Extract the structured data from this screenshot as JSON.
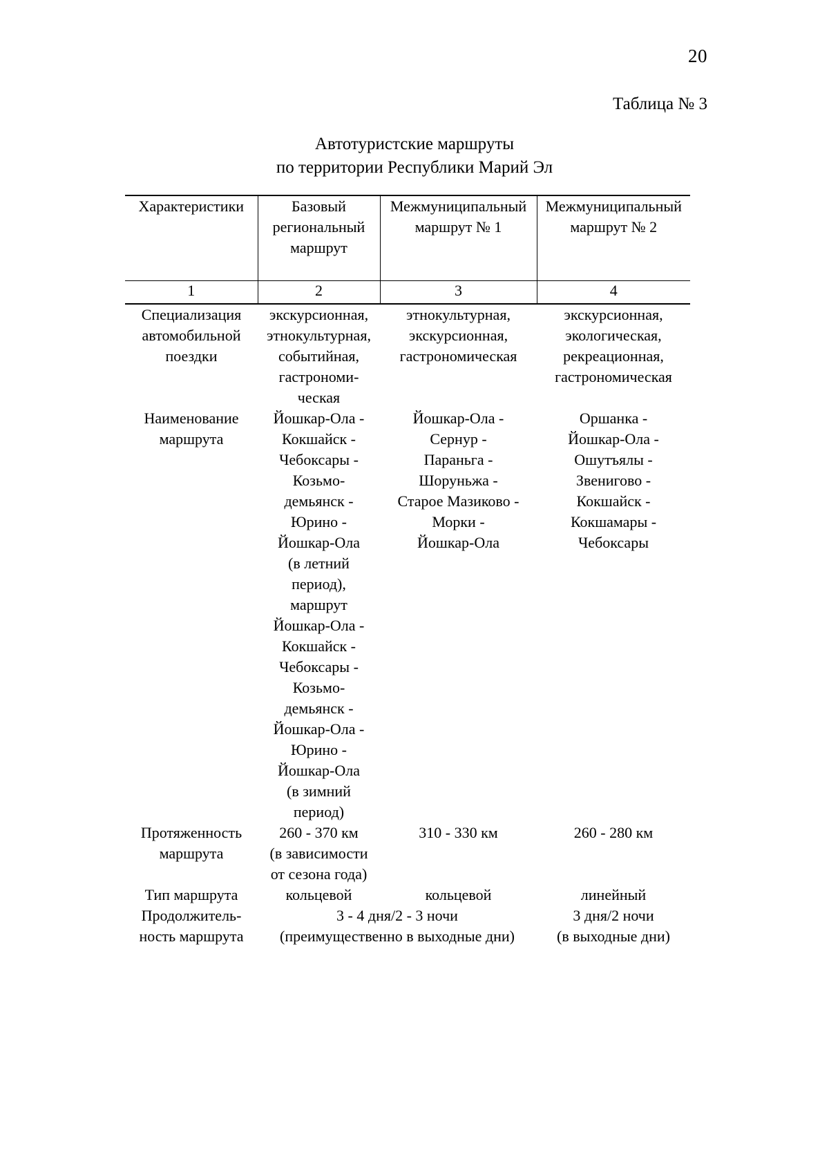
{
  "page": {
    "number": "20",
    "table_label": "Таблица № 3",
    "title_line_1": "Автотуристские маршруты",
    "title_line_2": "по территории Республики Марий Эл"
  },
  "table": {
    "headers": [
      "Характеристики",
      "Базовый региональный маршрут",
      "Межмуниципальный маршрут № 1",
      "Межмуниципальный маршрут № 2"
    ],
    "header_lines": {
      "col1": [
        "Характеристики"
      ],
      "col2": [
        "Базовый",
        "региональный",
        "маршрут"
      ],
      "col3": [
        "Межмуниципальный",
        "маршрут № 1"
      ],
      "col4": [
        "Межмуниципальный",
        "маршрут № 2"
      ]
    },
    "column_numbers": [
      "1",
      "2",
      "3",
      "4"
    ],
    "rows": [
      {
        "label_lines": [
          "Специализация",
          "автомобильной",
          "поездки"
        ],
        "col2_lines": [
          "экскурсионная,",
          "этнокультурная,",
          "событийная,",
          "гастрономи-",
          "ческая"
        ],
        "col3_lines": [
          "этнокультурная,",
          "экскурсионная,",
          "гастрономическая"
        ],
        "col4_lines": [
          "экскурсионная,",
          "экологическая,",
          "рекреационная,",
          "гастрономическая"
        ]
      },
      {
        "label_lines": [
          "Наименование",
          "маршрута"
        ],
        "col2_lines": [
          "Йошкар-Ола -",
          "Кокшайск -",
          "Чебоксары -",
          "Козьмо-",
          "демьянск -",
          "Юрино -",
          "Йошкар-Ола",
          "(в летний",
          "период),",
          "маршрут",
          "Йошкар-Ола -",
          "Кокшайск -",
          "Чебоксары -",
          "Козьмо-",
          "демьянск -",
          "Йошкар-Ола -",
          "Юрино -",
          "Йошкар-Ола",
          "(в зимний",
          "период)"
        ],
        "col3_lines": [
          "Йошкар-Ола -",
          "Сернур -",
          "Параньга -",
          "Шоруньжа -",
          "Старое Мазиково -",
          "Морки -",
          "Йошкар-Ола"
        ],
        "col4_lines": [
          "Оршанка -",
          "Йошкар-Ола -",
          "Ошутъялы -",
          "Звенигово -",
          "Кокшайск -",
          "Кокшамары -",
          "Чебоксары"
        ]
      },
      {
        "label_lines": [
          "Протяженность",
          "маршрута"
        ],
        "col2_lines": [
          "260 - 370 км",
          "(в зависимости",
          "от сезона года)"
        ],
        "col3_lines": [
          "310 - 330 км"
        ],
        "col4_lines": [
          "260 - 280 км"
        ]
      },
      {
        "label_lines": [
          "Тип маршрута"
        ],
        "col2_lines": [
          "кольцевой"
        ],
        "col3_lines": [
          "кольцевой"
        ],
        "col4_lines": [
          "линейный"
        ]
      }
    ],
    "last_row": {
      "label_lines": [
        "Продолжитель-",
        "ность маршрута"
      ],
      "merged_23_lines": [
        "3 - 4 дня/2 - 3 ночи",
        "(преимущественно в выходные дни)"
      ],
      "col4_lines": [
        "3 дня/2 ночи",
        "(в выходные дни)"
      ]
    }
  }
}
